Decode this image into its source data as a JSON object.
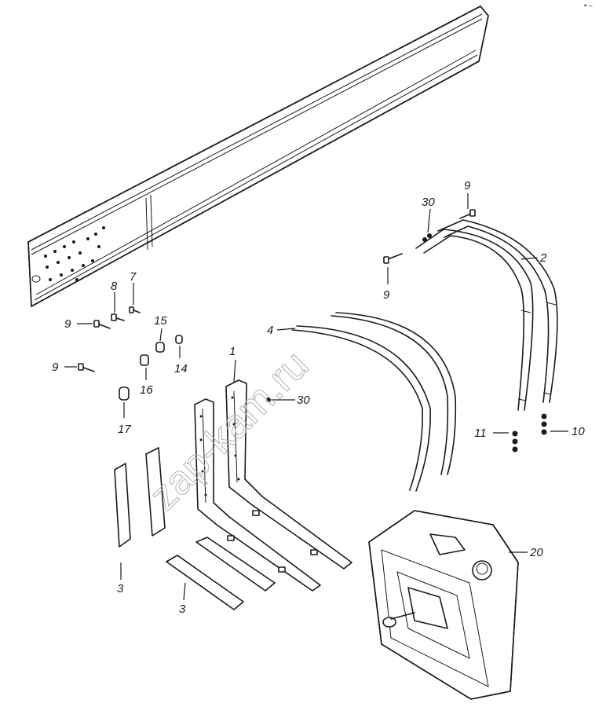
{
  "watermark": "zap-kam.ru",
  "corner_mark": "• –",
  "callouts": {
    "c1": "1",
    "c2": "2",
    "c3a": "3",
    "c3b": "3",
    "c4": "4",
    "c7": "7",
    "c8": "8",
    "c9a": "9",
    "c9b": "9",
    "c9c": "9",
    "c9d": "9",
    "c10": "10",
    "c11": "11",
    "c14": "14",
    "c15": "15",
    "c16": "16",
    "c17": "17",
    "c20": "20",
    "c30a": "30",
    "c30b": "30"
  }
}
